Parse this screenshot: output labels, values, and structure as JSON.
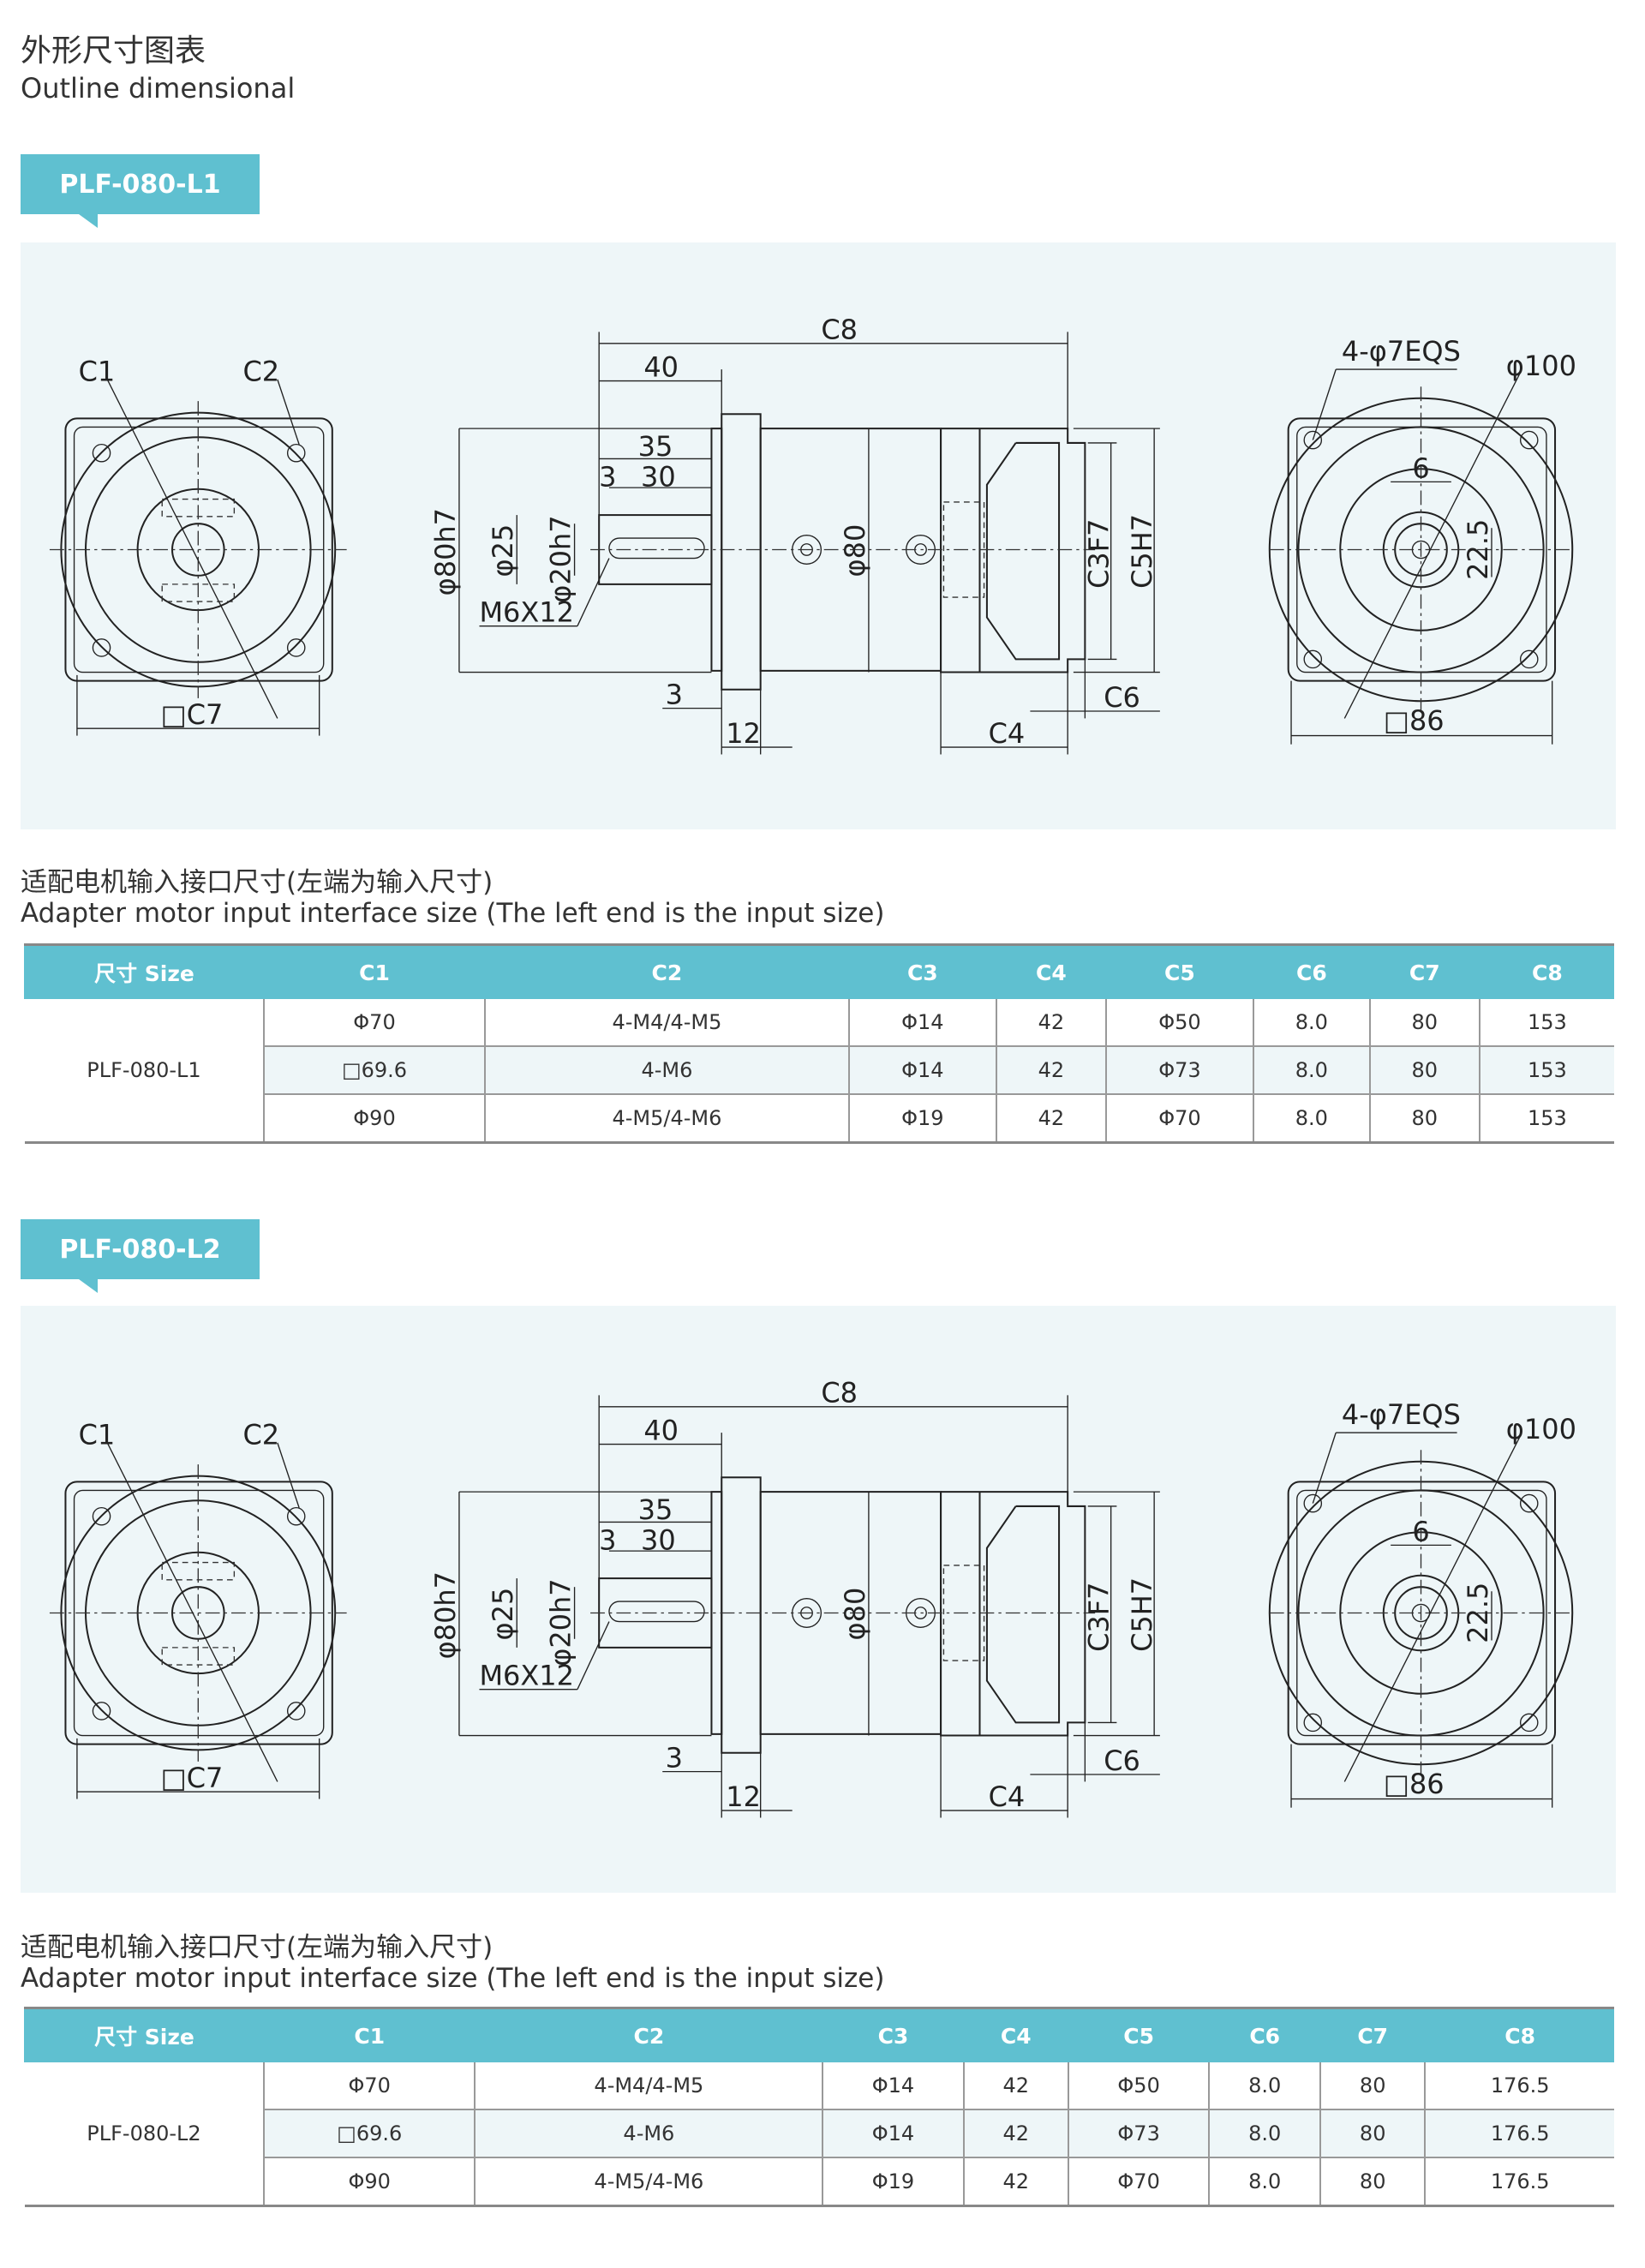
{
  "header": {
    "title_cn": "外形尺寸图表",
    "title_en": "Outline dimensional"
  },
  "colors": {
    "accent": "#5fc0d0",
    "panel_bg": "#eef6f8"
  },
  "sections": [
    {
      "tag": "PLF-080-L1",
      "drawing": {
        "c1": "C1",
        "c2": "C2",
        "c7": "□C7",
        "c8": "C8",
        "d40": "40",
        "d35": "35",
        "d30": "30",
        "d3a": "3",
        "phi80h7": "φ80h7",
        "phi25": "φ25",
        "phi20h7": "φ20h7",
        "m6x12": "M6X12",
        "phi80": "φ80",
        "c3f7": "C3F7",
        "c5h7": "C5H7",
        "d3": "3",
        "d12": "12",
        "c4": "C4",
        "c6": "C6",
        "holes": "4-φ7EQS",
        "phi100": "φ100",
        "d6": "6",
        "d22_5": "22.5",
        "sq86": "□86"
      },
      "caption_cn": "适配电机输入接口尺寸(左端为输入尺寸)",
      "caption_en": "Adapter motor input interface size (The left end is the input size)",
      "table": {
        "headers": [
          "尺寸 Size",
          "C1",
          "C2",
          "C3",
          "C4",
          "C5",
          "C6",
          "C7",
          "C8"
        ],
        "model": "PLF-080-L1",
        "rows": [
          [
            "Φ70",
            "4-M4/4-M5",
            "Φ14",
            "42",
            "Φ50",
            "8.0",
            "80",
            "153"
          ],
          [
            "□69.6",
            "4-M6",
            "Φ14",
            "42",
            "Φ73",
            "8.0",
            "80",
            "153"
          ],
          [
            "Φ90",
            "4-M5/4-M6",
            "Φ19",
            "42",
            "Φ70",
            "8.0",
            "80",
            "153"
          ]
        ]
      }
    },
    {
      "tag": "PLF-080-L2",
      "drawing": {
        "c1": "C1",
        "c2": "C2",
        "c7": "□C7",
        "c8": "C8",
        "d40": "40",
        "d35": "35",
        "d30": "30",
        "d3a": "3",
        "phi80h7": "φ80h7",
        "phi25": "φ25",
        "phi20h7": "φ20h7",
        "m6x12": "M6X12",
        "phi80": "φ80",
        "c3f7": "C3F7",
        "c5h7": "C5H7",
        "d3": "3",
        "d12": "12",
        "c4": "C4",
        "c6": "C6",
        "holes": "4-φ7EQS",
        "phi100": "φ100",
        "d6": "6",
        "d22_5": "22.5",
        "sq86": "□86"
      },
      "caption_cn": "适配电机输入接口尺寸(左端为输入尺寸)",
      "caption_en": "Adapter motor input interface size (The left end is the input size)",
      "table": {
        "headers": [
          "尺寸 Size",
          "C1",
          "C2",
          "C3",
          "C4",
          "C5",
          "C6",
          "C7",
          "C8"
        ],
        "model": "PLF-080-L2",
        "rows": [
          [
            "Φ70",
            "4-M4/4-M5",
            "Φ14",
            "42",
            "Φ50",
            "8.0",
            "80",
            "176.5"
          ],
          [
            "□69.6",
            "4-M6",
            "Φ14",
            "42",
            "Φ73",
            "8.0",
            "80",
            "176.5"
          ],
          [
            "Φ90",
            "4-M5/4-M6",
            "Φ19",
            "42",
            "Φ70",
            "8.0",
            "80",
            "176.5"
          ]
        ]
      }
    }
  ]
}
